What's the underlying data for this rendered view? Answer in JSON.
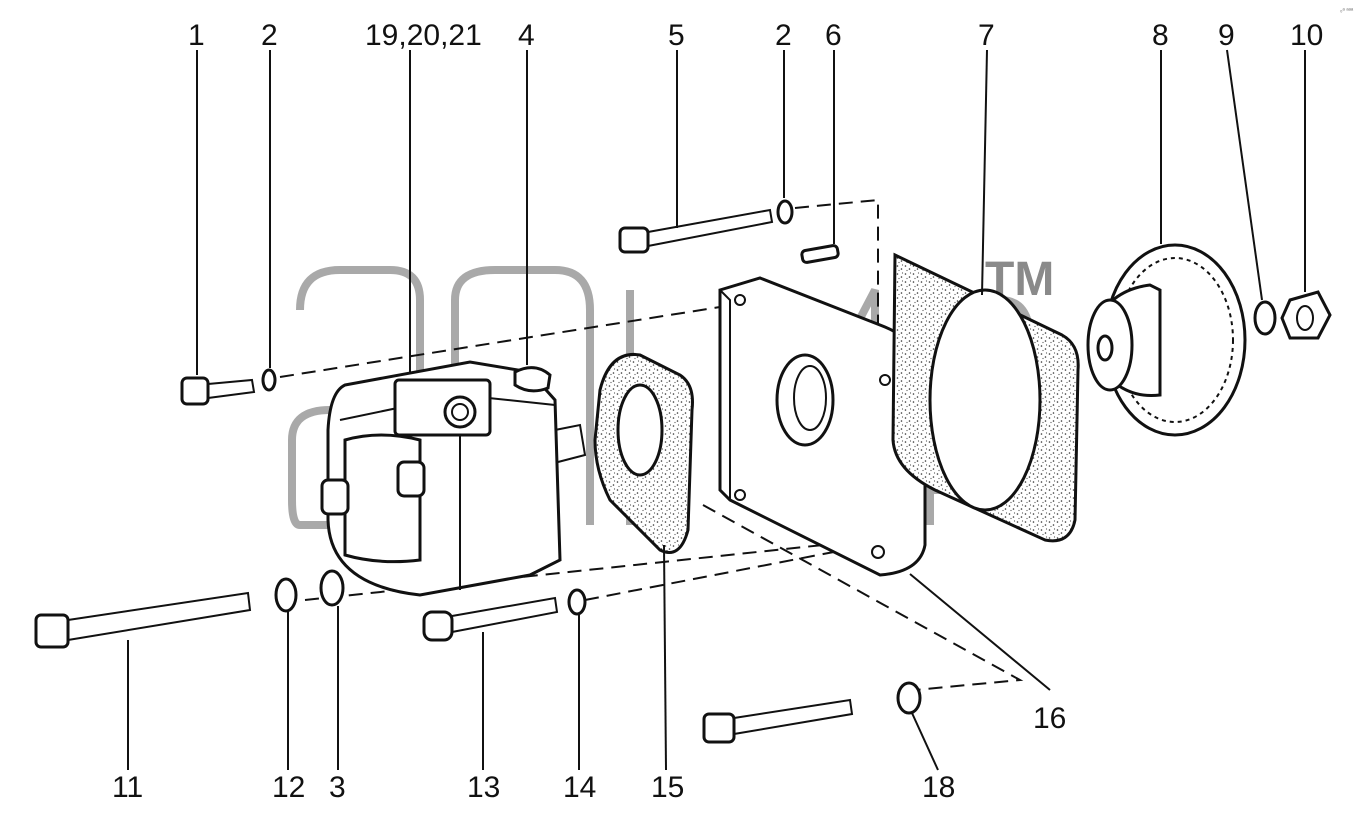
{
  "diagram": {
    "corner_mark": "₀ᵃ ᵃᵃᵃ",
    "watermark": {
      "trademark": "TM"
    },
    "labels": {
      "l1": "1",
      "l2a": "2",
      "l19": "19,20,21",
      "l4": "4",
      "l5": "5",
      "l2b": "2",
      "l6": "6",
      "l7": "7",
      "l8": "8",
      "l9": "9",
      "l10": "10",
      "l11": "11",
      "l12": "12",
      "l3": "3",
      "l13": "13",
      "l14": "14",
      "l15": "15",
      "l16": "16",
      "l18": "18"
    }
  }
}
